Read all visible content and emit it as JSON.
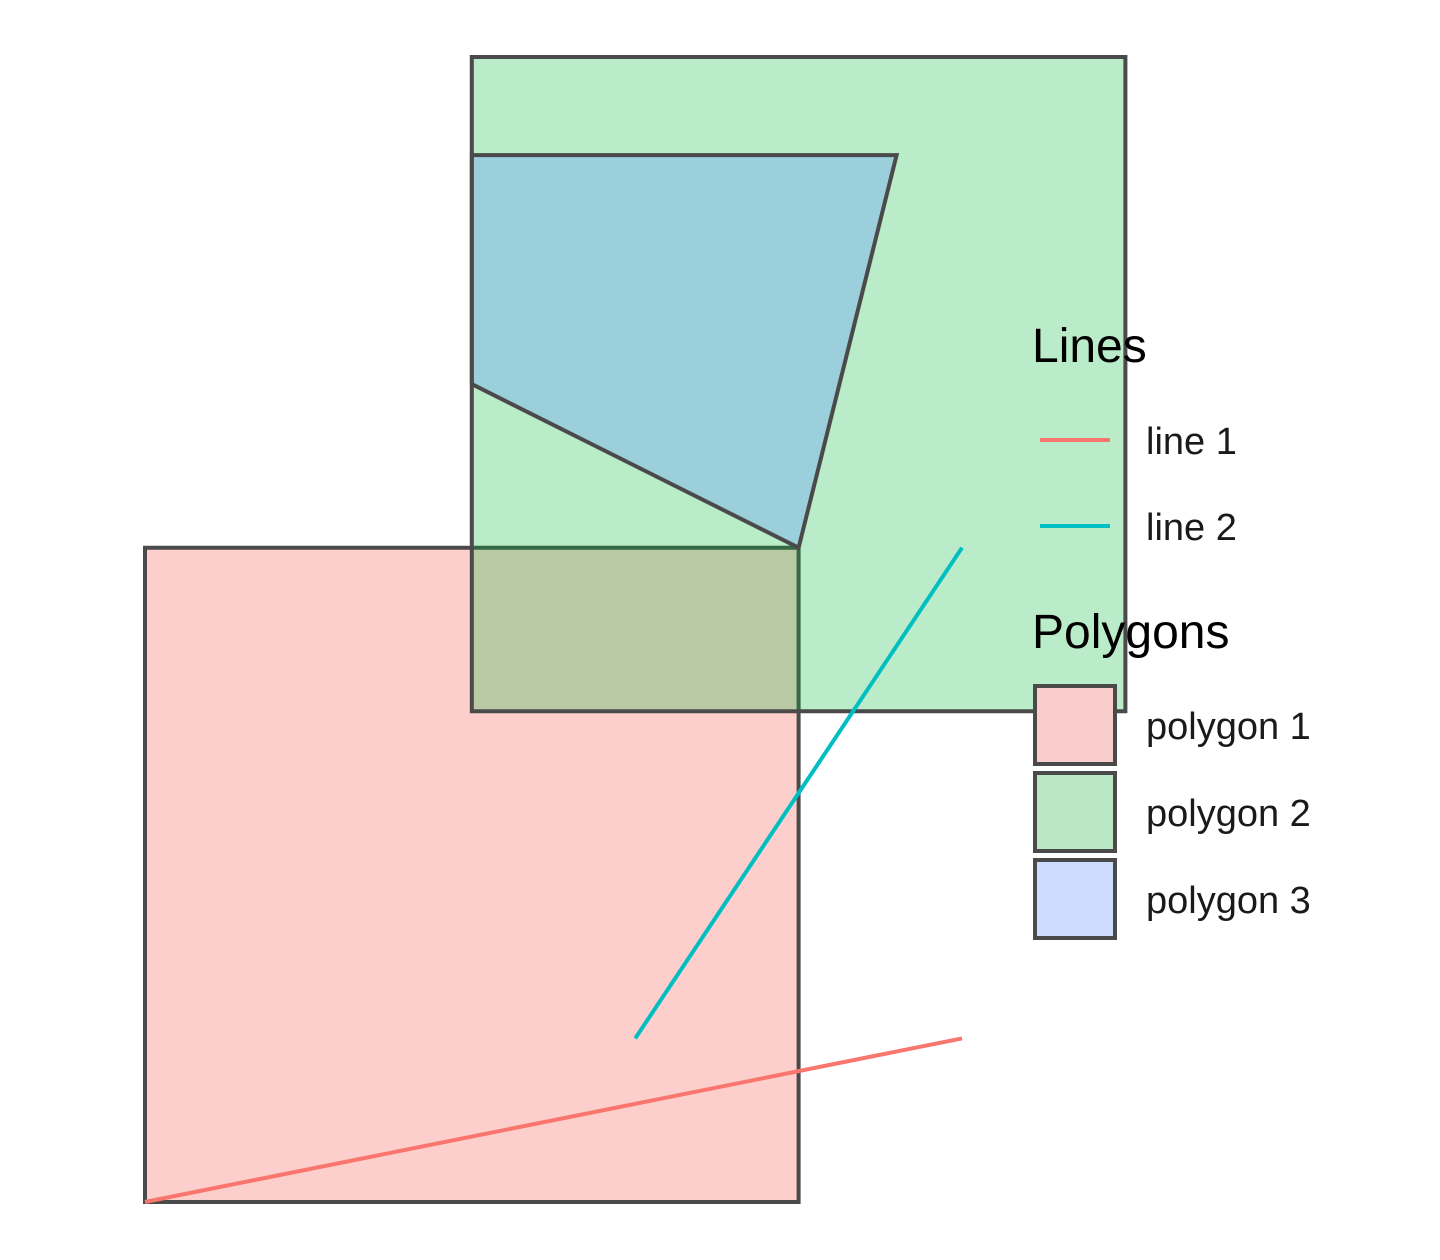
{
  "chart_data": {
    "type": "map",
    "xlim": [
      0,
      2
    ],
    "ylim": [
      0,
      2
    ],
    "polygons": [
      {
        "name": "polygon 1",
        "fill": "#F8766D",
        "fill_alpha": 0.35,
        "coords": [
          [
            0,
            0
          ],
          [
            1,
            0
          ],
          [
            1,
            1
          ],
          [
            0,
            1
          ],
          [
            0,
            0
          ]
        ]
      },
      {
        "name": "polygon 2",
        "fill": "#00BA38",
        "fill_alpha": 0.27,
        "coords": [
          [
            0.5,
            0.75
          ],
          [
            1.5,
            0.75
          ],
          [
            1.5,
            1.75
          ],
          [
            0.5,
            1.75
          ],
          [
            0.5,
            0.75
          ]
        ]
      },
      {
        "name": "polygon 3",
        "fill": "#619CFF",
        "fill_alpha": 0.35,
        "coords": [
          [
            0.5,
            1.25
          ],
          [
            1,
            1
          ],
          [
            1.15,
            1.6
          ],
          [
            0.5,
            1.6
          ],
          [
            0.5,
            1.25
          ]
        ]
      }
    ],
    "lines": [
      {
        "name": "line 1",
        "color": "#F8766D",
        "coords": [
          [
            0,
            0
          ],
          [
            1.25,
            0.25
          ]
        ]
      },
      {
        "name": "line 2",
        "color": "#00BFC4",
        "coords": [
          [
            0.75,
            0.25
          ],
          [
            1.25,
            1
          ]
        ]
      }
    ],
    "legend": {
      "placement": "right",
      "groups": [
        {
          "title": "Lines",
          "kind": "line",
          "items": [
            {
              "label": "line 1",
              "color": "#F8766D"
            },
            {
              "label": "line 2",
              "color": "#00BFC4"
            }
          ]
        },
        {
          "title": "Polygons",
          "kind": "box",
          "items": [
            {
              "label": "polygon 1",
              "color": "#F8766D",
              "fill": "#F9CDCB"
            },
            {
              "label": "polygon 2",
              "color": "#00BA38",
              "fill": "#BAE7C4"
            },
            {
              "label": "polygon 3",
              "color": "#619CFF",
              "fill": "#CDDCFF"
            }
          ]
        }
      ]
    },
    "outline_color": "#4A4A4A",
    "grid": false
  }
}
